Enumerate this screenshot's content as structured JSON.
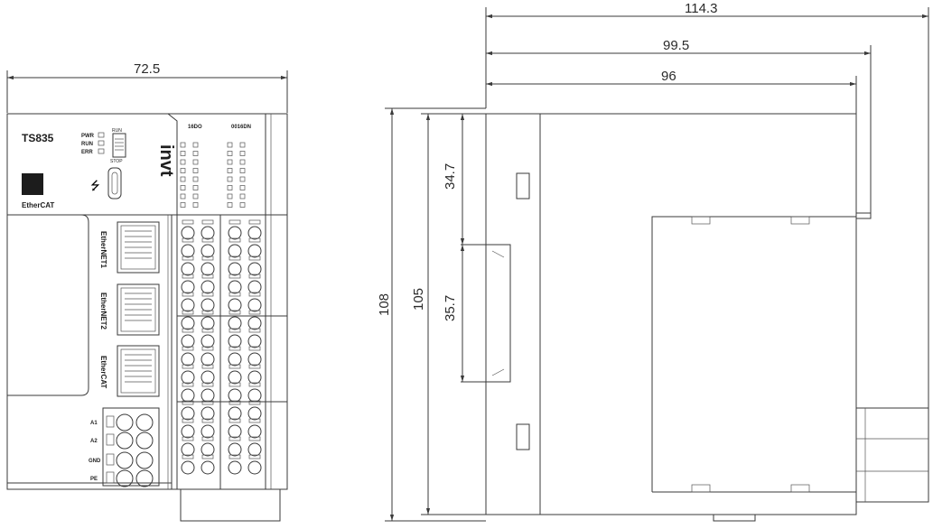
{
  "dimensions": {
    "front_width": "72.5",
    "side_depth_total": "114.3",
    "side_depth_mid": "99.5",
    "side_depth_body": "96",
    "height_total": "108",
    "height_body": "105",
    "rail_top": "34.7",
    "rail_span": "35.7"
  },
  "front_panel": {
    "model": "TS835",
    "logo": "invt",
    "bus_logo": "EtherCAT",
    "led_labels": [
      "PWR",
      "RUN",
      "ERR"
    ],
    "switch_top": "RUN",
    "switch_bottom": "STOP",
    "ports": [
      "EtherNET1",
      "EtherNET2",
      "EtherCAT"
    ],
    "terminal_labels": [
      "A1",
      "A2",
      "GND",
      "PE"
    ],
    "io_module_1": "16DO",
    "io_module_2": "0016DN"
  },
  "colors": {
    "line": "#3a3a3a",
    "background": "#ffffff"
  }
}
